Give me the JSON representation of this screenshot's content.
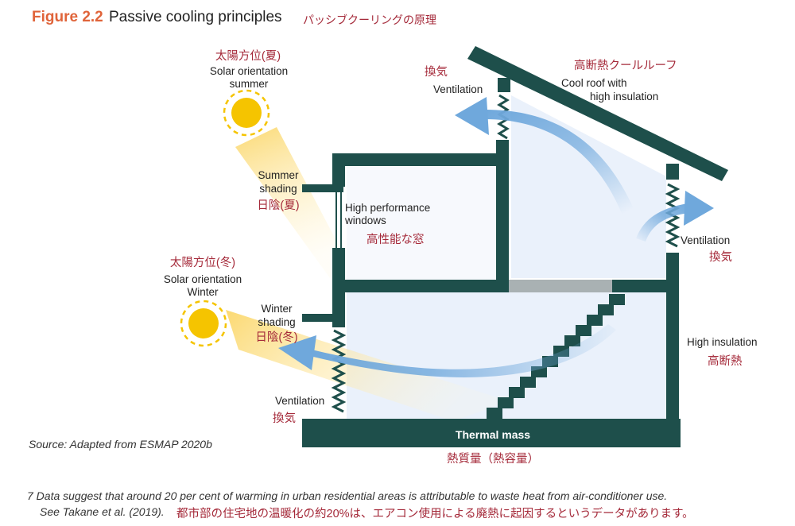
{
  "figure": {
    "number": "Figure 2.2",
    "title": "Passive cooling principles",
    "title_jp": "パッシブクーリングの原理"
  },
  "labels": {
    "solar_summer_jp": "太陽方位(夏)",
    "solar_summer_en_1": "Solar orientation",
    "solar_summer_en_2": "summer",
    "summer_shading_en_1": "Summer",
    "summer_shading_en_2": "shading",
    "summer_shading_jp": "日陰(夏)",
    "solar_winter_jp": "太陽方位(冬)",
    "solar_winter_en_1": "Solar orientation",
    "solar_winter_en_2": "Winter",
    "winter_shading_en_1": "Winter",
    "winter_shading_en_2": "shading",
    "winter_shading_jp": "日陰(冬)",
    "ventilation_top_jp": "換気",
    "ventilation_top_en": "Ventilation",
    "cool_roof_jp": "高断熱クールルーフ",
    "cool_roof_en_1": "Cool roof with",
    "cool_roof_en_2": "high insulation",
    "windows_en_1": "High performance",
    "windows_en_2": "windows",
    "windows_jp": "高性能な窓",
    "ventilation_right_en": "Ventilation",
    "ventilation_right_jp": "換気",
    "high_insulation_en": "High insulation",
    "high_insulation_jp": "高断熱",
    "ventilation_bottom_en": "Ventilation",
    "ventilation_bottom_jp": "換気",
    "thermal_mass_en": "Thermal mass",
    "thermal_mass_jp": "熱質量（熱容量）"
  },
  "source": "Source: Adapted from ESMAP 2020b",
  "footnote": {
    "line1": "7 Data suggest that around 20 per cent of warming in urban residential areas is attributable to waste heat from air-conditioner use.",
    "line2": "See Takane et al. (2019).",
    "line2_jp": "都市部の住宅地の温暖化の約20%は、エアコン使用による廃熱に起因するというデータがあります。"
  },
  "colors": {
    "wall": "#1e4f4b",
    "accent_orange": "#e0643a",
    "jp_text": "#a52a3a",
    "sun": "#f5c400",
    "sunbeam": "#fde9a6",
    "arrow_blue": "#6fa8dc",
    "interior": "#eaf1fb",
    "floor_gray": "#a9b1b3"
  }
}
